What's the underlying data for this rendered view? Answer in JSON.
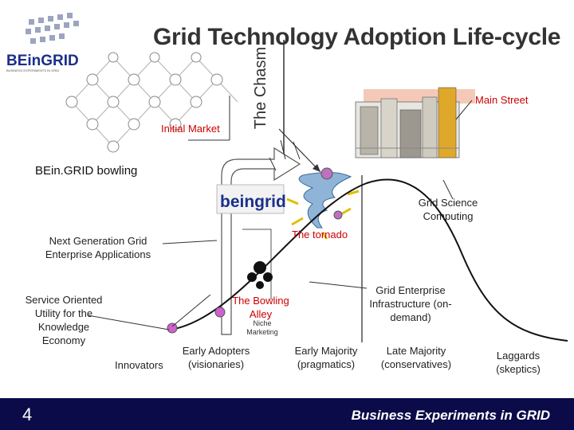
{
  "title": "Grid Technology Adoption Life-cycle",
  "chasm_label": "The Chasm",
  "initial_market": "Initial Market",
  "main_street": "Main Street",
  "bowling_title": "BEin.GRID bowling",
  "tornado": "The tornado",
  "grid_science": "Grid Science Computing",
  "next_gen": "Next Generation Grid Enterprise Applications",
  "service_oriented": "Service Oriented Utility for the Knowledge Economy",
  "bowling_alley": "The Bowling Alley",
  "niche": "Niche Marketing",
  "grid_enterprise": "Grid Enterprise Infrastructure (on-demand)",
  "segments": [
    {
      "label": "Innovators"
    },
    {
      "label": "Early Adopters (visionaries)"
    },
    {
      "label": "Early Majority (pragmatics)"
    },
    {
      "label": "Late Majority (conservatives)"
    },
    {
      "label": "Laggards (skeptics)"
    }
  ],
  "logo_text": "BEinGRID",
  "logo_tagline": "BUSINESS EXPERIMENTS IN GRID",
  "beingrid_sign": "beingrid",
  "page_number": "4",
  "footer": "Business Experiments in GRID",
  "colors": {
    "accent_red": "#cc0000",
    "footer_bg": "#0b0b4a",
    "logo_blue": "#1b2f8a"
  }
}
